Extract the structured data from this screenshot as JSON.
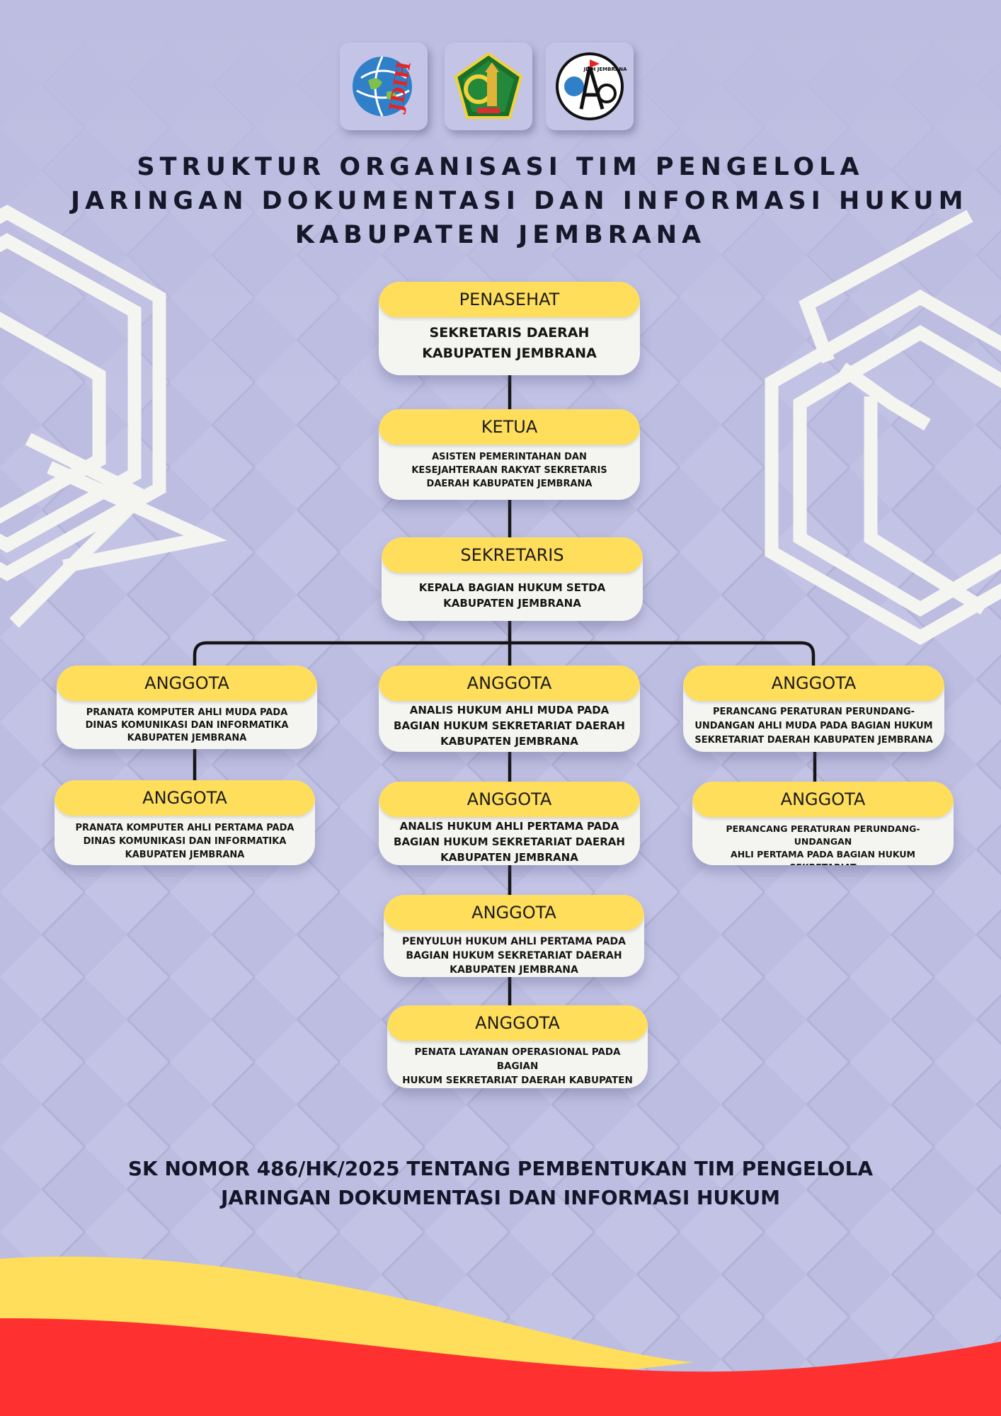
{
  "colors": {
    "background": "#bcbde0",
    "box_head": "#ffde5c",
    "box_body": "#f4f4f0",
    "connector": "#151515",
    "wave_yellow": "#ffde5c",
    "wave_red": "#ff3030"
  },
  "logos": [
    "jdih-globe-logo",
    "jembrana-regency-emblem",
    "jdih-jembrana-logo"
  ],
  "logo_text": {
    "jdih": "JDIH",
    "jembrana": "JDIH JEMBRANA"
  },
  "title": {
    "line1": "STRUKTUR ORGANISASI TIM PENGELOLA",
    "line2": "JARINGAN DOKUMENTASI DAN INFORMASI HUKUM",
    "line3": "KABUPATEN JEMBRANA"
  },
  "org": {
    "penasehat": {
      "role": "PENASEHAT",
      "name": "SEKRETARIS DAERAH\nKABUPATEN JEMBRANA"
    },
    "ketua": {
      "role": "KETUA",
      "name": "ASISTEN PEMERINTAHAN DAN\nKESEJAHTERAAN RAKYAT SEKRETARIS\nDAERAH KABUPATEN JEMBRANA"
    },
    "sekretaris": {
      "role": "SEKRETARIS",
      "name": "KEPALA BAGIAN HUKUM SETDA\nKABUPATEN JEMBRANA"
    },
    "anggota": [
      {
        "role": "ANGGOTA",
        "name": "PRANATA KOMPUTER AHLI MUDA PADA\nDINAS KOMUNIKASI DAN INFORMATIKA\nKABUPATEN JEMBRANA"
      },
      {
        "role": "ANGGOTA",
        "name": "ANALIS HUKUM AHLI MUDA PADA\nBAGIAN HUKUM SEKRETARIAT DAERAH\nKABUPATEN JEMBRANA"
      },
      {
        "role": "ANGGOTA",
        "name": "PERANCANG PERATURAN PERUNDANG-\nUNDANGAN AHLI MUDA PADA BAGIAN HUKUM\nSEKRETARIAT DAERAH KABUPATEN JEMBRANA"
      },
      {
        "role": "ANGGOTA",
        "name": "PRANATA KOMPUTER AHLI PERTAMA PADA\nDINAS KOMUNIKASI DAN INFORMATIKA\nKABUPATEN JEMBRANA"
      },
      {
        "role": "ANGGOTA",
        "name": "ANALIS HUKUM AHLI PERTAMA PADA\nBAGIAN HUKUM SEKRETARIAT DAERAH\nKABUPATEN JEMBRANA"
      },
      {
        "role": "ANGGOTA",
        "name": "PERANCANG PERATURAN PERUNDANG-UNDANGAN\nAHLI PERTAMA PADA BAGIAN HUKUM SEKRETARIAT\nDAERAH KABUPATEN JEMBRANA"
      },
      {
        "role": "ANGGOTA",
        "name": "PENYULUH HUKUM AHLI PERTAMA PADA\nBAGIAN HUKUM SEKRETARIAT DAERAH\nKABUPATEN JEMBRANA"
      },
      {
        "role": "ANGGOTA",
        "name": "PENATA LAYANAN OPERASIONAL PADA BAGIAN\nHUKUM SEKRETARIAT DAERAH KABUPATEN\nJEMBRANA"
      }
    ]
  },
  "footer": {
    "line1": "SK NOMOR 486/HK/2025  TENTANG PEMBENTUKAN TIM PENGELOLA",
    "line2": "JARINGAN DOKUMENTASI DAN INFORMASI HUKUM"
  }
}
